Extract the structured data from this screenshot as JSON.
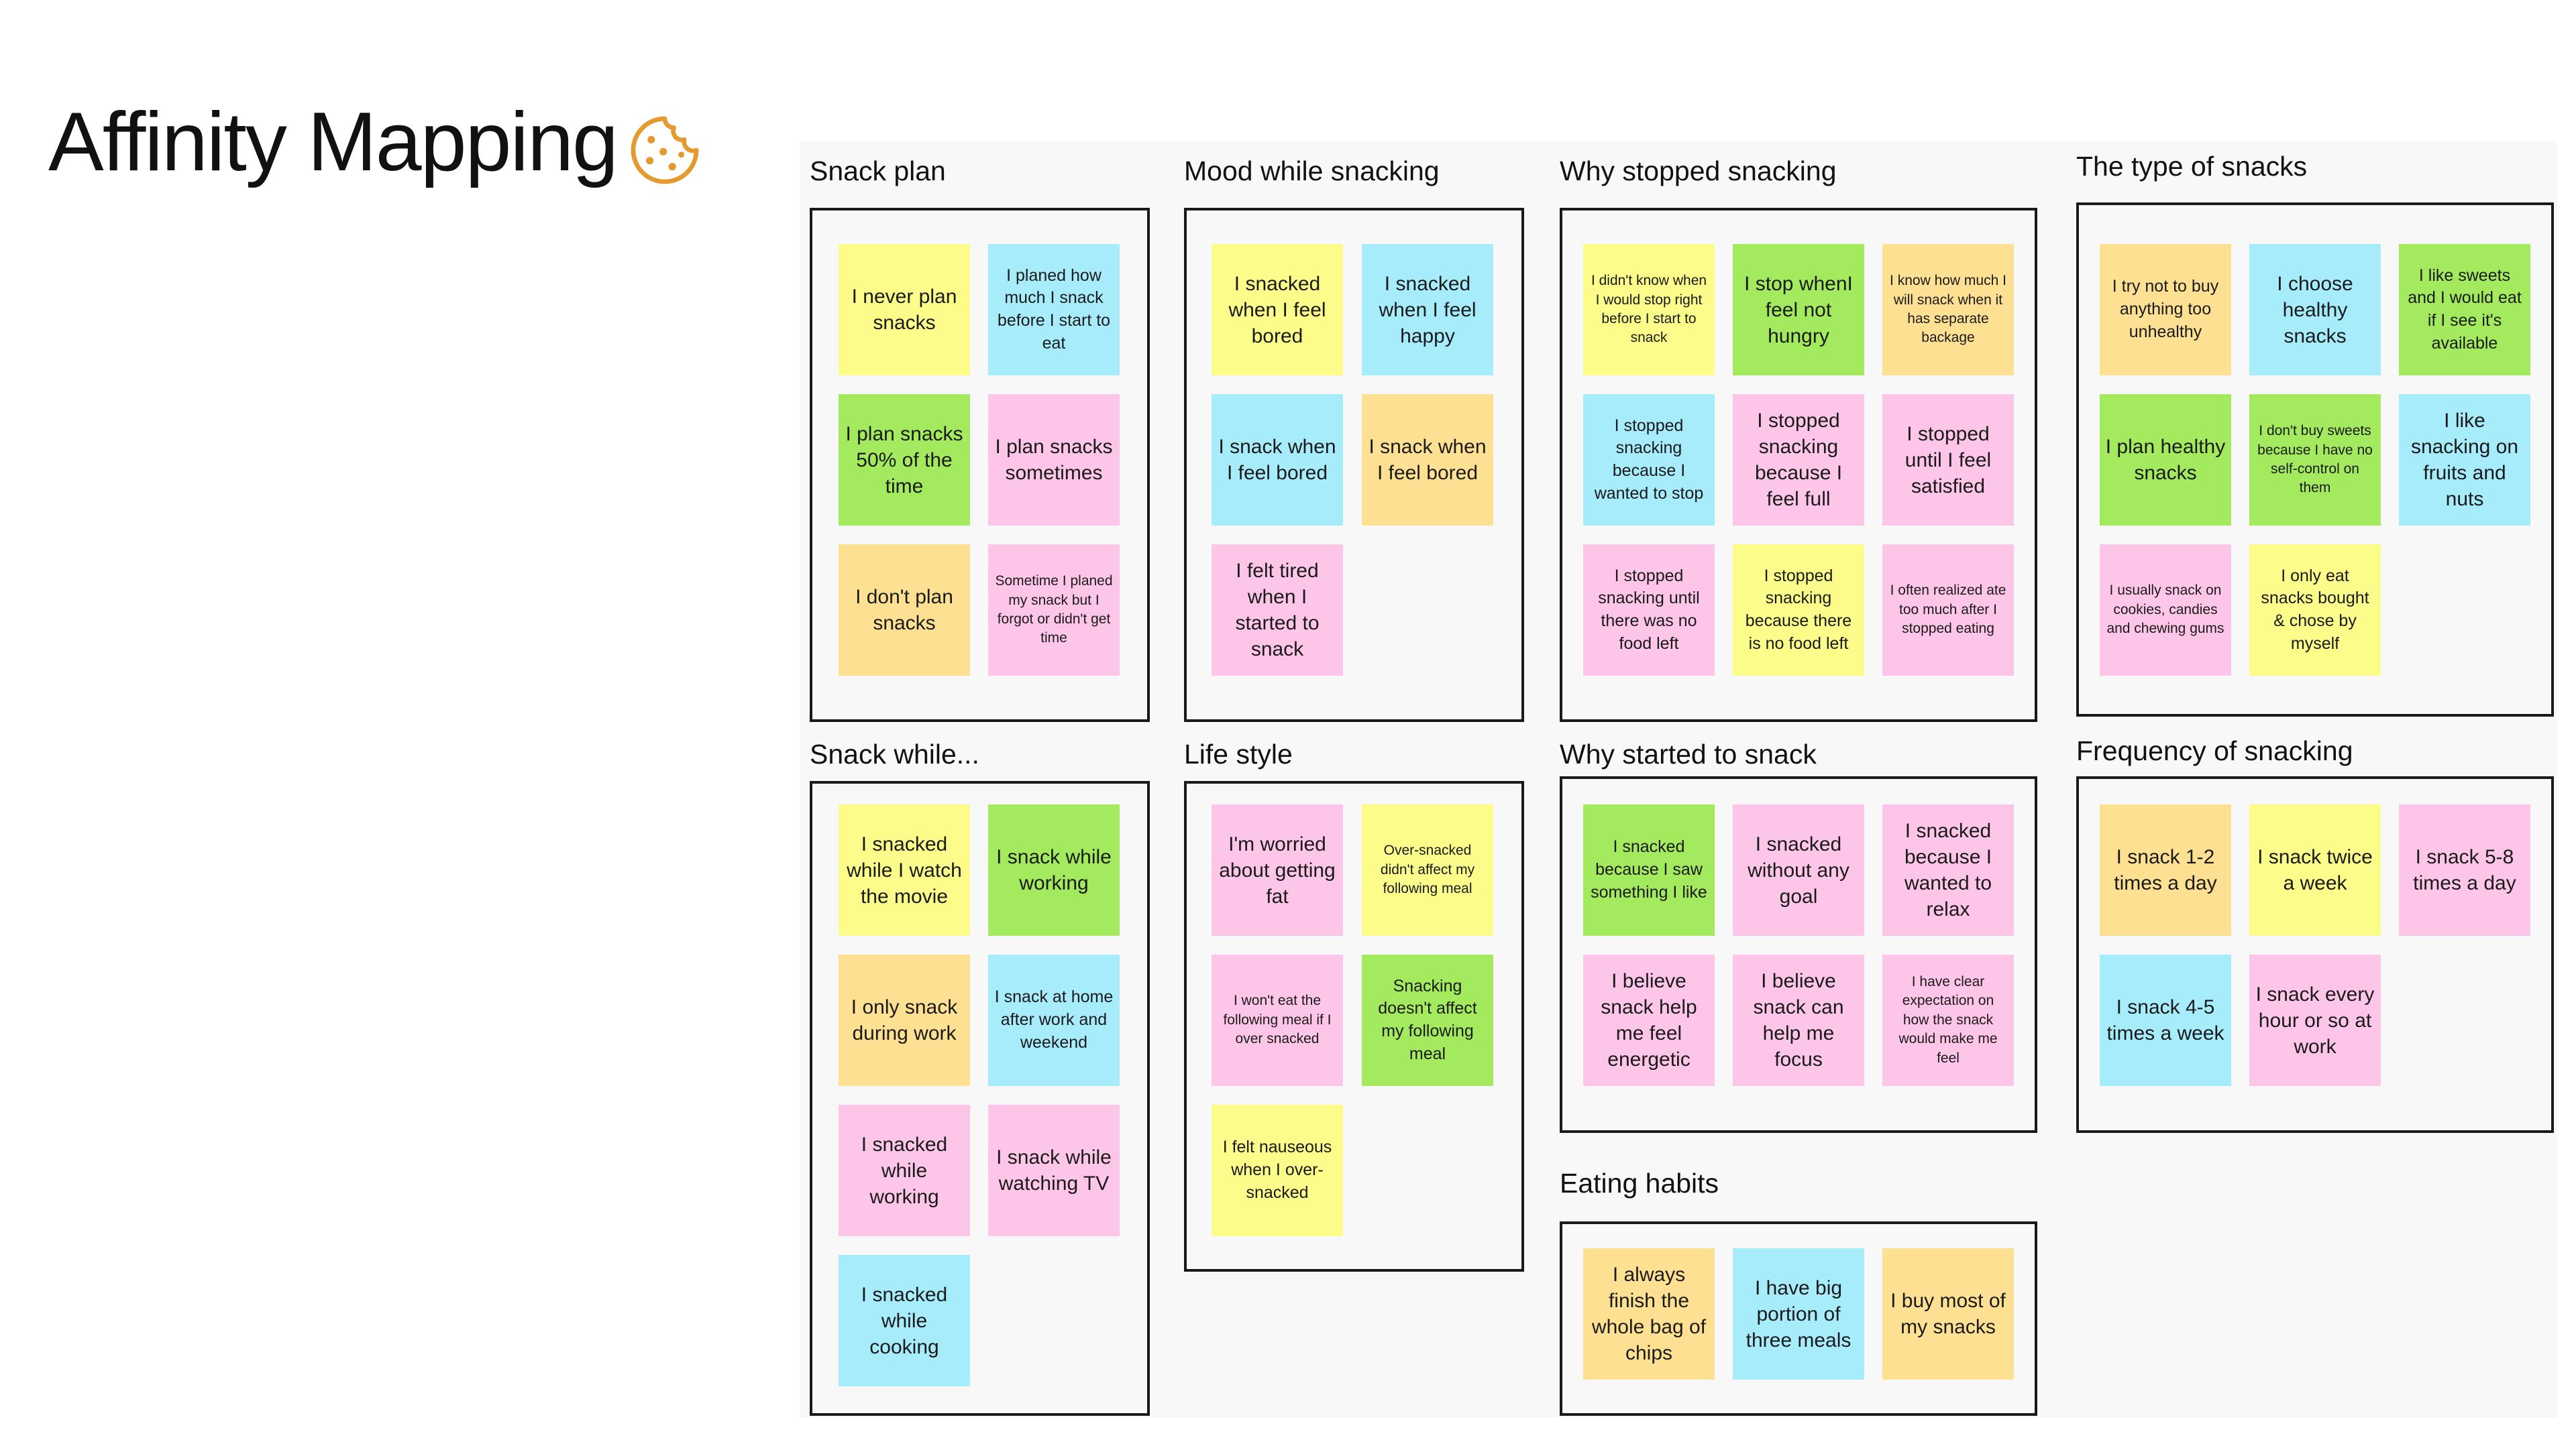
{
  "page": {
    "title": "Affinity Mapping",
    "title_icon": "cookie-icon"
  },
  "colors": {
    "yellow": "#fcfc8a",
    "cyan": "#a7ecfb",
    "green": "#a3ea5f",
    "pink": "#fdc6e8",
    "orange": "#fde092",
    "icon": "#e59a2e"
  },
  "groups": {
    "snack_plan": {
      "title": "Snack plan",
      "notes": [
        "I never plan snacks",
        "I planed how much I snack before I start to eat",
        "I plan snacks 50% of the time",
        "I plan snacks sometimes",
        "I don't plan snacks",
        "Sometime I planed my snack but I forgot or didn't get time"
      ]
    },
    "mood": {
      "title": "Mood while snacking",
      "notes": [
        "I snacked when I feel bored",
        "I snacked when I feel happy",
        "I snack when I feel bored",
        "I snack when I feel bored",
        "I felt tired when I started to snack"
      ]
    },
    "why_stopped": {
      "title": "Why stopped snacking",
      "notes": [
        "I didn't know when I would stop right before I start to snack",
        "I stop whenI feel not hungry",
        "I know how much I will snack when it has separate backage",
        "I stopped snacking because I wanted to stop",
        "I stopped snacking because I feel full",
        "I stopped until I feel satisfied",
        "I stopped snacking until there was no food left",
        "I stopped snacking because there is no food left",
        "I often realized ate too much after I stopped eating"
      ]
    },
    "type": {
      "title": "The type of snacks",
      "notes": [
        "I try not to buy anything too unhealthy",
        "I choose healthy snacks",
        "I like sweets and I would eat if I see it's available",
        "I plan healthy snacks",
        "I don't buy sweets because I have no self-control on them",
        "I like snacking on fruits and nuts",
        "I usually snack on cookies, candies and chewing gums",
        "I only eat snacks bought & chose by myself"
      ]
    },
    "snack_while": {
      "title": "Snack while...",
      "notes": [
        "I snacked while I watch the movie",
        "I snack while working",
        "I only snack during work",
        "I snack at home after work and weekend",
        "I snacked while working",
        "I snack while watching TV",
        "I snacked while cooking"
      ]
    },
    "lifestyle": {
      "title": "Life style",
      "notes": [
        "I'm worried about getting fat",
        "Over-snacked didn't affect my following meal",
        "I won't eat the following meal if I over snacked",
        "Snacking doesn't affect my following meal",
        "I felt nauseous when I over-snacked"
      ]
    },
    "why_started": {
      "title": "Why started to snack",
      "notes": [
        "I snacked because I saw something I like",
        "I snacked without any goal",
        "I snacked because I wanted to relax",
        "I believe snack help me feel energetic",
        "I believe snack can help me focus",
        "I have clear expectation on how the snack would make me feel"
      ]
    },
    "frequency": {
      "title": "Frequency of snacking",
      "notes": [
        "I snack 1-2 times a day",
        "I snack twice a week",
        "I snack 5-8 times a day",
        "I snack 4-5 times a week",
        "I snack every hour or so at work"
      ]
    },
    "eating": {
      "title": "Eating habits",
      "notes": [
        "I always finish the whole bag of chips",
        "I have big portion of three meals",
        "I buy most of my snacks"
      ]
    }
  }
}
